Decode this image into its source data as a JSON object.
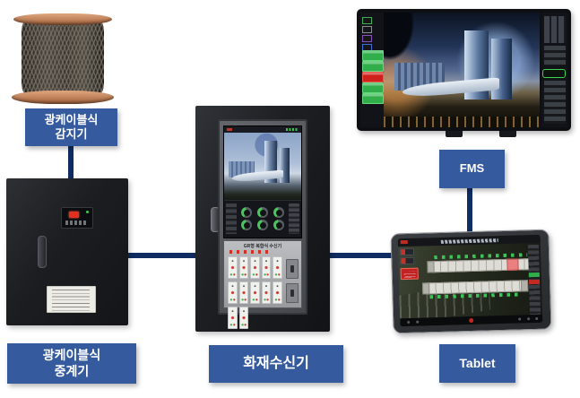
{
  "diagram_title": "fire-detection-system-diagram",
  "colors": {
    "background": "#ffffff",
    "label_box": "#355a9d",
    "label_text": "#ffffff",
    "connector_line": "#0f2d62"
  },
  "labels": {
    "detector_line1": "광케이블식",
    "detector_line2": "감지기",
    "repeater_line1": "광케이블식",
    "repeater_line2": "중계기",
    "receiver": "화재수신기",
    "fms": "FMS",
    "tablet": "Tablet"
  },
  "receiver_cabinet": {
    "panel_title": "GR형 복합식 수신기"
  },
  "nodes": [
    {
      "id": "optical-cable-spool",
      "type": "photo",
      "caption": "광케이블식 감지기"
    },
    {
      "id": "repeater-cabinet",
      "type": "photo",
      "caption": "광케이블식 중계기"
    },
    {
      "id": "fire-receiver-cabinet",
      "type": "photo",
      "caption": "화재수신기"
    },
    {
      "id": "fms-monitor",
      "type": "photo",
      "caption": "FMS"
    },
    {
      "id": "tablet-device",
      "type": "photo",
      "caption": "Tablet"
    }
  ],
  "connections": [
    {
      "from": "optical-cable-spool",
      "to": "repeater-cabinet",
      "orientation": "vertical"
    },
    {
      "from": "repeater-cabinet",
      "to": "fire-receiver-cabinet",
      "orientation": "horizontal"
    },
    {
      "from": "fire-receiver-cabinet",
      "to": "tablet-device",
      "orientation": "horizontal"
    },
    {
      "from": "fms-monitor",
      "to": "tablet-device",
      "orientation": "vertical"
    }
  ]
}
